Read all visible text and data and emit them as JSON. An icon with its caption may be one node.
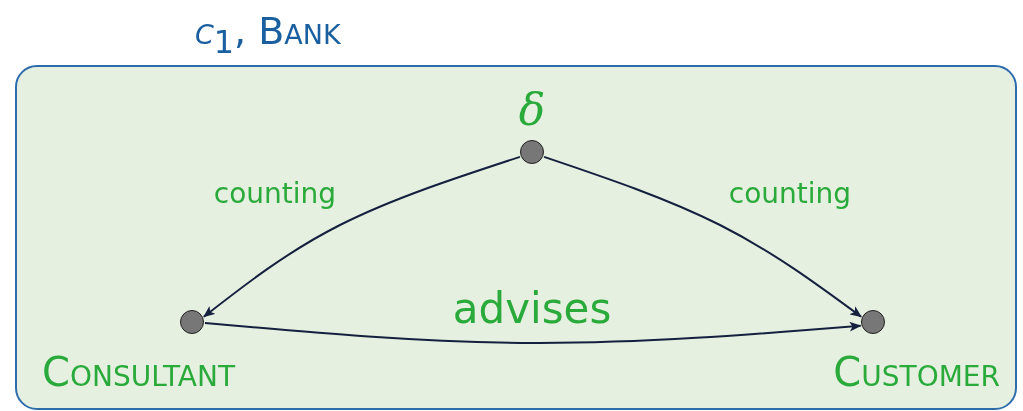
{
  "diagram": {
    "nodes": [
      {
        "text": [
          "*c*$_{1}$, Bank"
        ]
      },
      {
        "text": [],
        "shape": "circle",
        "in": 0,
        "beside": [
          "δ"
        ]
      },
      {
        "text": [],
        "shape": "circle",
        "in": 0,
        "beside": [
          "Consultant"
        ]
      },
      {
        "text": [],
        "shape": "circle",
        "in": 0,
        "beside": [
          "Customer"
        ]
      }
    ],
    "edges": [
      {
        "from": 1,
        "to": 2,
        "arrow": "to",
        "label": "counting"
      },
      {
        "from": 1,
        "to": 3,
        "arrow": "to",
        "label": "counting"
      },
      {
        "from": 2,
        "to": 3,
        "arrow": "to",
        "label": "advises"
      }
    ]
  }
}
